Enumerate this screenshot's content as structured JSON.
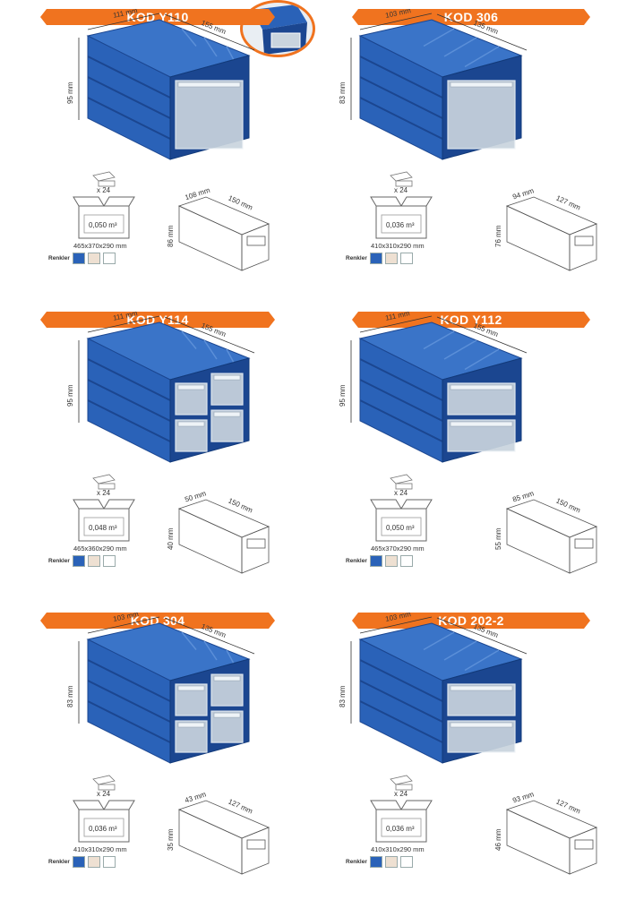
{
  "colors": {
    "orange": "#f0731f",
    "blue": "#2a62b8",
    "blue_dark": "#1b4690",
    "beige": "#eee0d2",
    "white": "#ffffff"
  },
  "renkler_label": "Renkler",
  "products": [
    {
      "code": "KOD Y110",
      "width": "111 mm",
      "depth": "155 mm",
      "height": "95 mm",
      "qty": "x 24",
      "volume": "0,050 m³",
      "box": "465x370x290 mm",
      "drawer": {
        "w": "108 mm",
        "d": "150 mm",
        "h": "86 mm"
      },
      "swatches": [
        "blue",
        "beige",
        "white"
      ]
    },
    {
      "code": "KOD 306",
      "width": "103 mm",
      "depth": "135 mm",
      "height": "83 mm",
      "qty": "x 24",
      "volume": "0,036 m³",
      "box": "410x310x290 mm",
      "drawer": {
        "w": "94 mm",
        "d": "127 mm",
        "h": "76 mm"
      },
      "swatches": [
        "blue",
        "beige",
        "white"
      ]
    },
    {
      "code": "KOD Y114",
      "width": "111 mm",
      "depth": "155 mm",
      "height": "95 mm",
      "qty": "x 24",
      "volume": "0,048 m³",
      "box": "465x360x290 mm",
      "drawer": {
        "w": "50 mm",
        "d": "150 mm",
        "h": "40 mm"
      },
      "swatches": [
        "blue",
        "beige",
        "white"
      ]
    },
    {
      "code": "KOD Y112",
      "width": "111 mm",
      "depth": "155 mm",
      "height": "95 mm",
      "qty": "x 24",
      "volume": "0,050 m³",
      "box": "465x370x290 mm",
      "drawer": {
        "w": "85 mm",
        "d": "150 mm",
        "h": "55 mm"
      },
      "swatches": [
        "blue",
        "beige",
        "white"
      ]
    },
    {
      "code": "KOD 304",
      "width": "103 mm",
      "depth": "135 mm",
      "height": "83 mm",
      "qty": "x 24",
      "volume": "0,036 m³",
      "box": "410x310x290 mm",
      "drawer": {
        "w": "43 mm",
        "d": "127 mm",
        "h": "35 mm"
      },
      "swatches": [
        "blue",
        "beige",
        "white"
      ]
    },
    {
      "code": "KOD 202-2",
      "width": "103 mm",
      "depth": "135 mm",
      "height": "83 mm",
      "qty": "x 24",
      "volume": "0,036 m³",
      "box": "410x310x290 mm",
      "drawer": {
        "w": "93 mm",
        "d": "127 mm",
        "h": "46 mm"
      },
      "swatches": [
        "blue",
        "beige",
        "white"
      ]
    }
  ]
}
